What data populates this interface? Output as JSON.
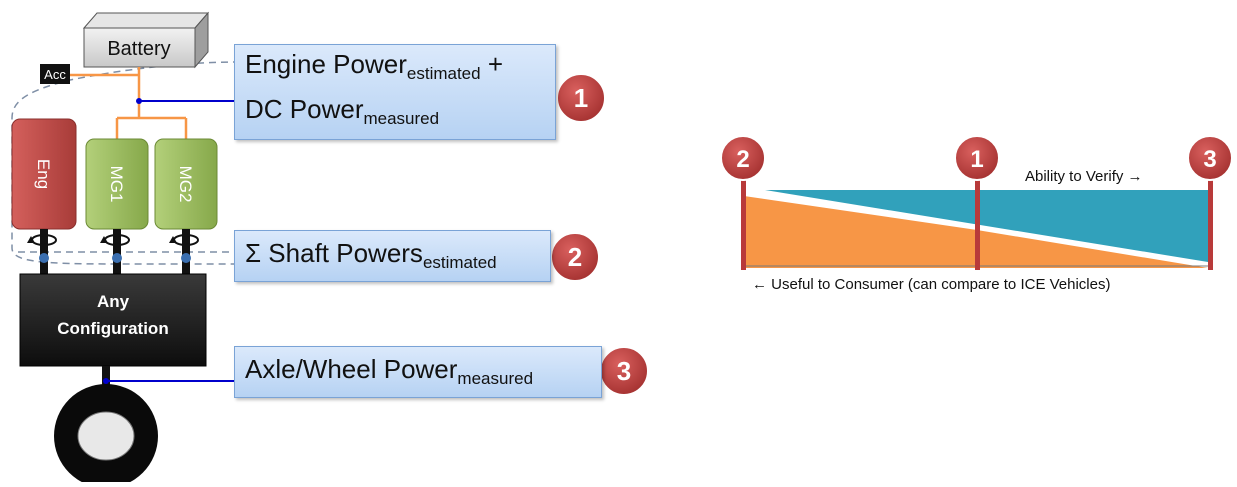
{
  "left": {
    "battery": "Battery",
    "acc": "Acc",
    "eng": "Eng",
    "mg1": "MG1",
    "mg2": "MG2",
    "config_line1": "Any",
    "config_line2": "Configuration",
    "box1": {
      "p1": "Engine Power",
      "s1": "estimated",
      "plus": " +",
      "p2": "DC Power",
      "s2": "measured",
      "num": "1"
    },
    "box2": {
      "sigma": "Σ",
      "p": " Shaft Powers",
      "s": "estimated",
      "num": "2"
    },
    "box3": {
      "p": "Axle/Wheel Power",
      "s": "measured",
      "num": "3"
    }
  },
  "right": {
    "marker_left": "2",
    "marker_mid": "1",
    "marker_right": "3",
    "verify": "Ability to Verify →",
    "useful": "← Useful to Consumer (can compare to ICE Vehicles)"
  },
  "colors": {
    "badge": "#b83a3a",
    "orange": "#f79646",
    "teal": "#31a1bb",
    "eng": "#c0504d",
    "mg": "#9bbb59",
    "wire_blue": "#0000cc",
    "wire_orange": "#f79646"
  }
}
